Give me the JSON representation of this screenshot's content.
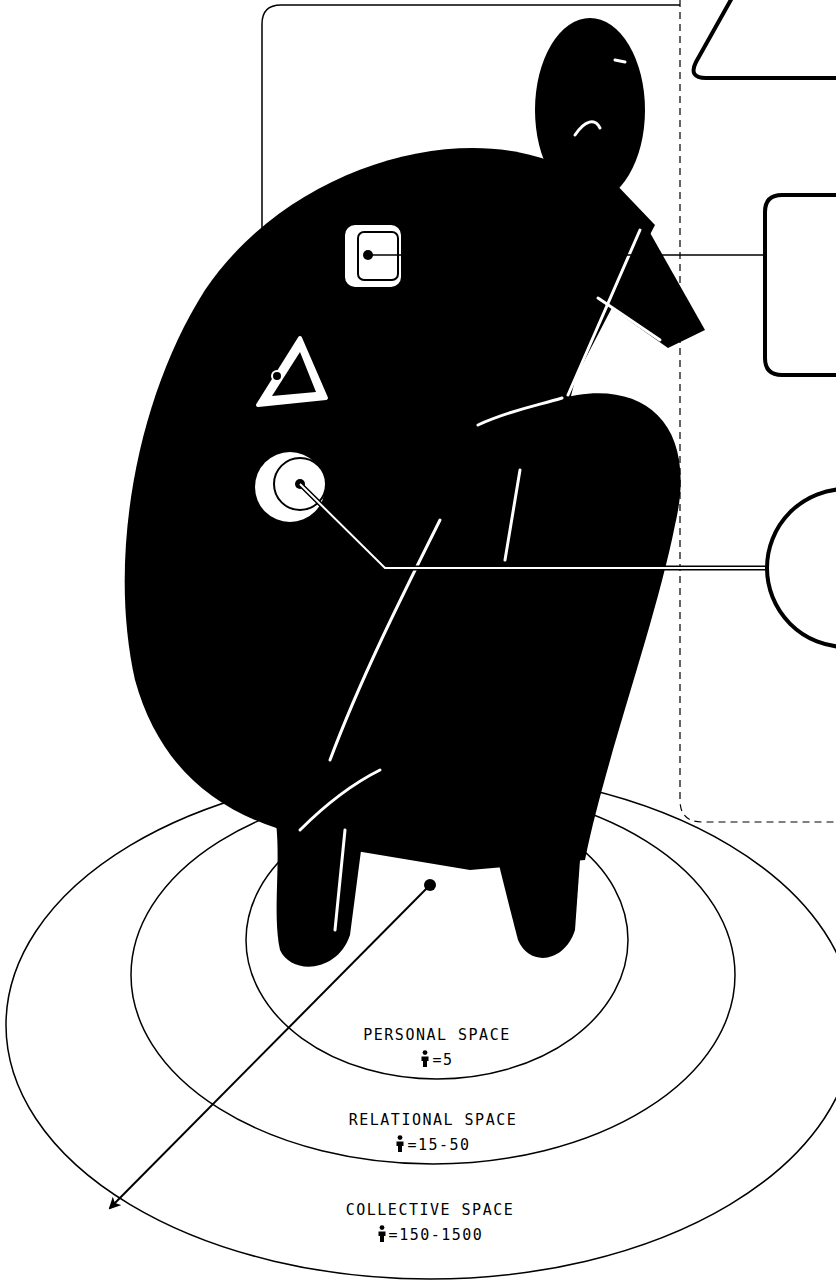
{
  "diagram": {
    "nodes": [
      {
        "text": [
          "COLLECTIVE SPACE",
          "=150-1500"
        ]
      },
      {
        "text": [
          "RELATIONAL SPACE",
          "=15-50"
        ],
        "in": 0
      },
      {
        "text": [
          "PERSONAL SPACE",
          "=5"
        ],
        "in": 1
      }
    ]
  }
}
